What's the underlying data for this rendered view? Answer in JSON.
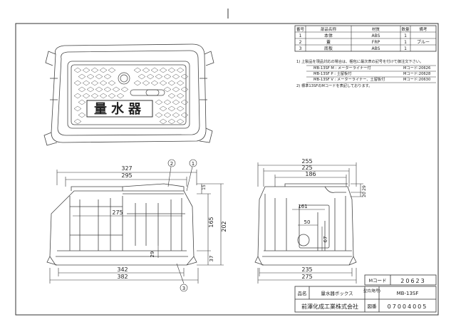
{
  "parts_table": {
    "headers": [
      "番号",
      "部品名称",
      "材質",
      "数量",
      "備考"
    ],
    "rows": [
      [
        "1",
        "本体",
        "ABS",
        "1",
        ""
      ],
      [
        "2",
        "蓋",
        "FRP",
        "1",
        "ブルー"
      ],
      [
        "3",
        "底板",
        "ABS",
        "1",
        ""
      ]
    ]
  },
  "notes": [
    {
      "text": "1) 上製品を現品対応の場合は、梱包に最次表の記号を付けて御注文下さい。",
      "code": ""
    },
    {
      "text": "MB-13SF M : メーターライナー付",
      "code": "Mコード:20626"
    },
    {
      "text": "MB-13SF P : 土留板付",
      "code": "Mコード:20628"
    },
    {
      "text": "MB-13SF V : メーターライナー、土留板付",
      "code": "Mコード:20630"
    },
    {
      "text": "2) 標準13SFのMコードを表記しております。",
      "code": ""
    }
  ],
  "lid_label": "量水器",
  "front_dims": [
    "327",
    "295",
    "275",
    "342",
    "382",
    "15",
    "165",
    "202",
    "37",
    "29"
  ],
  "side_dims": [
    "255",
    "225",
    "186",
    "29",
    "20",
    "161",
    "50",
    "67",
    "235",
    "275"
  ],
  "callouts": [
    "1",
    "2",
    "3"
  ],
  "title_block": {
    "mcode_label": "Mコード",
    "mcode_value": "20623",
    "name_label": "品名",
    "name_value": "量水器ボックス",
    "model_label": "型式(略号)",
    "model_value": "MB-13SF",
    "company": "前澤化成工業株式会社",
    "drawing_no_label": "図番",
    "drawing_no_value": "07004005"
  },
  "colors": {
    "line": "#333333",
    "stroke_light": "#555555"
  }
}
